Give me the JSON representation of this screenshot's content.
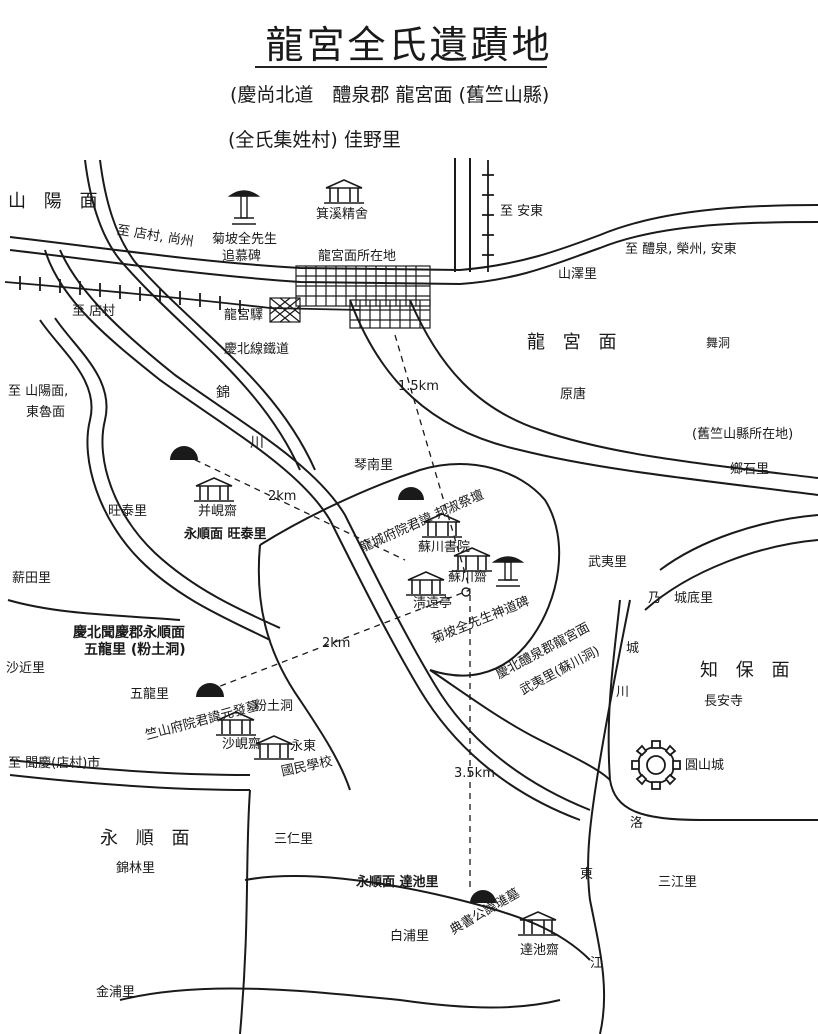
{
  "title": "龍宮全氏遺蹟地",
  "subtitle": "(慶尚北道　醴泉郡 龍宮面 (舊竺山縣)",
  "subtitle2": "(全氏集姓村) 佳野里",
  "labels": {
    "sanyang_myeon": "山 陽 面",
    "yonggung_myeon": "龍 宮 面",
    "jibo_myeon": "知 保 面",
    "yongsun_myeon": "永 順 面",
    "to_jeomchon_sangju": "至 店村, 尚州",
    "to_jeomchon": "至 店村",
    "to_andong": "至 安東",
    "to_yecheon": "至 醴泉, 榮州, 安東",
    "to_sanyang": "至 山陽面,",
    "dongno_myeon": "東魯面",
    "to_mungyeong": "至 聞慶(店村)市",
    "gukpa_memorial": "菊坡全先生",
    "gukpa_memorial2": "追慕碑",
    "gisil_jeongsa": "箕溪精舍",
    "office": "龍宮面所在地",
    "station": "龍宮驛",
    "railway": "慶北線鐵道",
    "santaek_ri": "山澤里",
    "mu_dong": "舞洞",
    "wondang": "原唐",
    "juksan_seat": "(舊竺山縣所在地)",
    "hyangseok_ri": "鄉石里",
    "geumnam_ri": "琴南里",
    "wangtae_ri": "旺泰里",
    "byeongyeon_jae": "并峴齋",
    "yongsun_wangtae": "永順面 旺泰里",
    "sinjeon_ri": "薪田里",
    "yongseong_tomb": "龍城府院君諱 邦淑祭壇",
    "sucheon_seowon": "蘇川書院",
    "sucheon_jae": "蘇川齋",
    "cheongwon_jeong": "淸遠亭",
    "gukpa_shrine": "菊坡全先生神道碑",
    "muyi_ri": "武夷里",
    "ocheon_ri": "城底里",
    "mun_gyeong_header": "慶北聞慶郡永順面",
    "oryong_ri": "五龍里 (粉土洞)",
    "sagun_ri": "沙近里",
    "oryong_ri2": "五龍里",
    "bunto_dong": "粉土洞",
    "juksan_tomb": "竺山府院君諱元發墓",
    "sahyeon_jae": "沙峴齋",
    "yongdong_school": "永東",
    "yongdong_school2": "國民學校",
    "yecheon_address": "慶北醴泉郡龍宮面",
    "yecheon_address2": "武夷里(蘇川洞)",
    "jangan_sa": "長安寺",
    "wonsan_seong": "圓山城",
    "nakdong_1": "洛",
    "nakdong_2": "東",
    "nakdong_3": "江",
    "naeseong_1": "乃",
    "naeseong_2": "城",
    "naeseong_3": "川",
    "geum_1": "錦",
    "geum_2": "川",
    "samin_ri": "三仁里",
    "samgang_ri": "三江里",
    "geumnim_ri": "錦林里",
    "yongsun_dalji": "永順面 達池里",
    "jeonseo_tomb": "典書公諱璡墓",
    "dalji_jae": "達池齋",
    "baekpo_ri": "白浦里",
    "geumpo_ri": "金浦里"
  },
  "distances": {
    "d1": "1.5km",
    "d2": "2km",
    "d3": "2km",
    "d4": "3.5km"
  }
}
